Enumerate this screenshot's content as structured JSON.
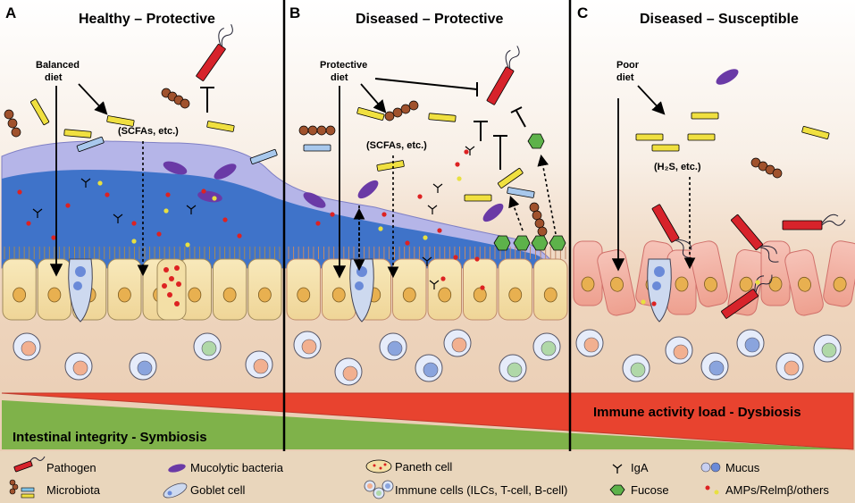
{
  "panels": [
    {
      "letter": "A",
      "title": "Healthy – Protective",
      "diet_label": [
        "Balanced",
        "diet"
      ],
      "metabolite_label": "(SCFAs, etc.)"
    },
    {
      "letter": "B",
      "title": "Diseased – Protective",
      "diet_label": [
        "Protective",
        "diet"
      ],
      "metabolite_label": "(SCFAs, etc.)"
    },
    {
      "letter": "C",
      "title": "Diseased – Susceptible",
      "diet_label": [
        "Poor",
        "diet"
      ],
      "metabolite_label": "(H₂S, etc.)"
    }
  ],
  "bands": {
    "integrity": "Intestinal integrity - Symbiosis",
    "immune": "Immune activity load - Dysbiosis"
  },
  "legend": {
    "pathogen": "Pathogen",
    "microbiota": "Microbiota",
    "mucolytic": "Mucolytic bacteria",
    "goblet": "Goblet cell",
    "paneth": "Paneth cell",
    "immune_cells": "Immune cells (ILCs, T-cell, B-cell)",
    "iga": "IgA",
    "fucose": "Fucose",
    "mucus": "Mucus",
    "amps": "AMPs/Relmβ/others"
  },
  "colors": {
    "green_band": "#7FB24A",
    "red_band": "#E8432F",
    "mucus_outer": "#B5B5E8",
    "mucus_inner": "#3F73C9",
    "healthy_cell": "#F3DFA6",
    "diseased_cell": "#F0A7A0",
    "pathogen": "#D7232B",
    "mucolytic": "#6A3AA6",
    "fucose": "#5DB24A",
    "legend_bg": "#E9D6BC"
  }
}
